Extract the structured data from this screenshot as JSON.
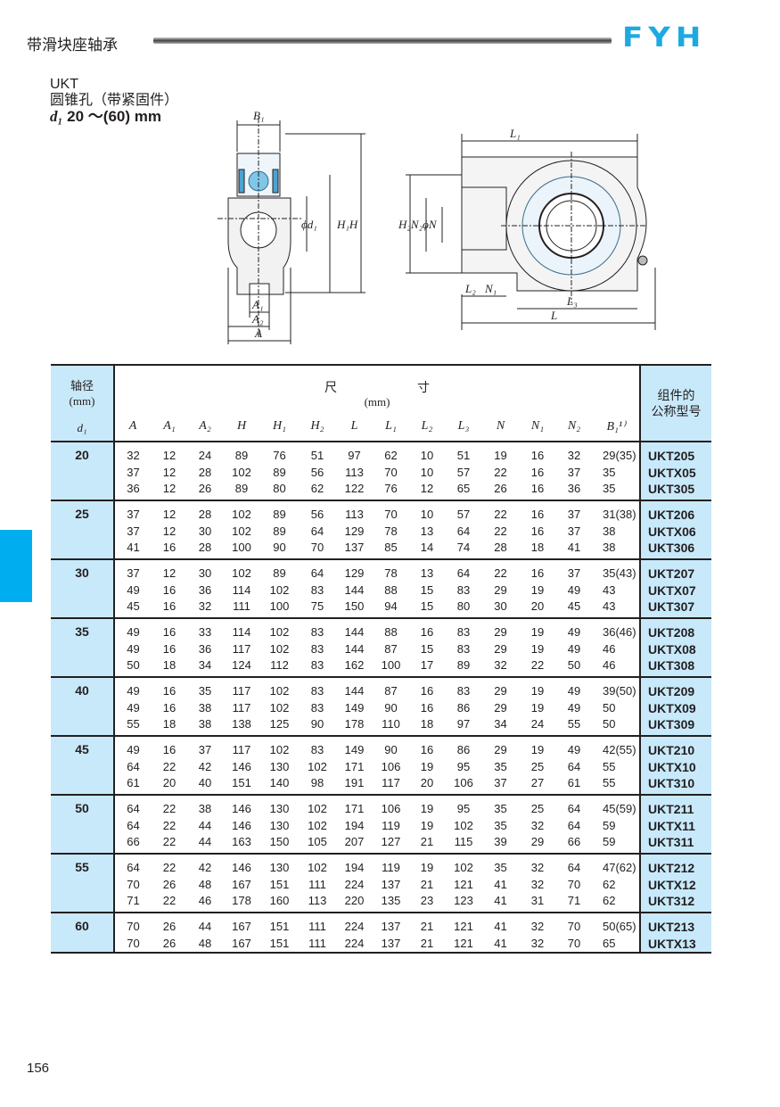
{
  "header": {
    "section_title": "带滑块座轴承",
    "logo": "FYH"
  },
  "series": {
    "code": "UKT",
    "bore": "圆锥孔（带紧固件）",
    "range_symbol": "d₁",
    "range": "20 ～(60) mm"
  },
  "diagram_labels": {
    "B1": "B₁",
    "d1": "ϕd₁",
    "H1H": "H₁H",
    "A1": "A₁",
    "A2": "A₂",
    "A": "A",
    "L1": "L₁",
    "H2N2N": "H₂N₂ϕN",
    "L2": "L₂",
    "N1": "N₁",
    "L3": "L₃",
    "L": "L"
  },
  "table": {
    "shaft_header": "轴径",
    "shaft_unit": "(mm)",
    "shaft_symbol": "d₁",
    "dims_header": "尺寸",
    "dims_unit": "(mm)",
    "model_header_1": "组件的",
    "model_header_2": "公称型号",
    "columns": [
      "A",
      "A₁",
      "A₂",
      "H",
      "H₁",
      "H₂",
      "L",
      "L₁",
      "L₂",
      "L₃",
      "N",
      "N₁",
      "N₂",
      "B₁¹⁾"
    ],
    "groups": [
      {
        "d1": "20",
        "rows": [
          [
            "32",
            "12",
            "24",
            "89",
            "76",
            "51",
            "97",
            "62",
            "10",
            "51",
            "19",
            "16",
            "32",
            "29(35)",
            "UKT205"
          ],
          [
            "37",
            "12",
            "28",
            "102",
            "89",
            "56",
            "113",
            "70",
            "10",
            "57",
            "22",
            "16",
            "37",
            "35",
            "UKTX05"
          ],
          [
            "36",
            "12",
            "26",
            "89",
            "80",
            "62",
            "122",
            "76",
            "12",
            "65",
            "26",
            "16",
            "36",
            "35",
            "UKT305"
          ]
        ]
      },
      {
        "d1": "25",
        "rows": [
          [
            "37",
            "12",
            "28",
            "102",
            "89",
            "56",
            "113",
            "70",
            "10",
            "57",
            "22",
            "16",
            "37",
            "31(38)",
            "UKT206"
          ],
          [
            "37",
            "12",
            "30",
            "102",
            "89",
            "64",
            "129",
            "78",
            "13",
            "64",
            "22",
            "16",
            "37",
            "38",
            "UKTX06"
          ],
          [
            "41",
            "16",
            "28",
            "100",
            "90",
            "70",
            "137",
            "85",
            "14",
            "74",
            "28",
            "18",
            "41",
            "38",
            "UKT306"
          ]
        ]
      },
      {
        "d1": "30",
        "rows": [
          [
            "37",
            "12",
            "30",
            "102",
            "89",
            "64",
            "129",
            "78",
            "13",
            "64",
            "22",
            "16",
            "37",
            "35(43)",
            "UKT207"
          ],
          [
            "49",
            "16",
            "36",
            "114",
            "102",
            "83",
            "144",
            "88",
            "15",
            "83",
            "29",
            "19",
            "49",
            "43",
            "UKTX07"
          ],
          [
            "45",
            "16",
            "32",
            "111",
            "100",
            "75",
            "150",
            "94",
            "15",
            "80",
            "30",
            "20",
            "45",
            "43",
            "UKT307"
          ]
        ]
      },
      {
        "d1": "35",
        "rows": [
          [
            "49",
            "16",
            "33",
            "114",
            "102",
            "83",
            "144",
            "88",
            "16",
            "83",
            "29",
            "19",
            "49",
            "36(46)",
            "UKT208"
          ],
          [
            "49",
            "16",
            "36",
            "117",
            "102",
            "83",
            "144",
            "87",
            "15",
            "83",
            "29",
            "19",
            "49",
            "46",
            "UKTX08"
          ],
          [
            "50",
            "18",
            "34",
            "124",
            "112",
            "83",
            "162",
            "100",
            "17",
            "89",
            "32",
            "22",
            "50",
            "46",
            "UKT308"
          ]
        ]
      },
      {
        "d1": "40",
        "rows": [
          [
            "49",
            "16",
            "35",
            "117",
            "102",
            "83",
            "144",
            "87",
            "16",
            "83",
            "29",
            "19",
            "49",
            "39(50)",
            "UKT209"
          ],
          [
            "49",
            "16",
            "38",
            "117",
            "102",
            "83",
            "149",
            "90",
            "16",
            "86",
            "29",
            "19",
            "49",
            "50",
            "UKTX09"
          ],
          [
            "55",
            "18",
            "38",
            "138",
            "125",
            "90",
            "178",
            "110",
            "18",
            "97",
            "34",
            "24",
            "55",
            "50",
            "UKT309"
          ]
        ]
      },
      {
        "d1": "45",
        "rows": [
          [
            "49",
            "16",
            "37",
            "117",
            "102",
            "83",
            "149",
            "90",
            "16",
            "86",
            "29",
            "19",
            "49",
            "42(55)",
            "UKT210"
          ],
          [
            "64",
            "22",
            "42",
            "146",
            "130",
            "102",
            "171",
            "106",
            "19",
            "95",
            "35",
            "25",
            "64",
            "55",
            "UKTX10"
          ],
          [
            "61",
            "20",
            "40",
            "151",
            "140",
            "98",
            "191",
            "117",
            "20",
            "106",
            "37",
            "27",
            "61",
            "55",
            "UKT310"
          ]
        ]
      },
      {
        "d1": "50",
        "rows": [
          [
            "64",
            "22",
            "38",
            "146",
            "130",
            "102",
            "171",
            "106",
            "19",
            "95",
            "35",
            "25",
            "64",
            "45(59)",
            "UKT211"
          ],
          [
            "64",
            "22",
            "44",
            "146",
            "130",
            "102",
            "194",
            "119",
            "19",
            "102",
            "35",
            "32",
            "64",
            "59",
            "UKTX11"
          ],
          [
            "66",
            "22",
            "44",
            "163",
            "150",
            "105",
            "207",
            "127",
            "21",
            "115",
            "39",
            "29",
            "66",
            "59",
            "UKT311"
          ]
        ]
      },
      {
        "d1": "55",
        "rows": [
          [
            "64",
            "22",
            "42",
            "146",
            "130",
            "102",
            "194",
            "119",
            "19",
            "102",
            "35",
            "32",
            "64",
            "47(62)",
            "UKT212"
          ],
          [
            "70",
            "26",
            "48",
            "167",
            "151",
            "111",
            "224",
            "137",
            "21",
            "121",
            "41",
            "32",
            "70",
            "62",
            "UKTX12"
          ],
          [
            "71",
            "22",
            "46",
            "178",
            "160",
            "113",
            "220",
            "135",
            "23",
            "123",
            "41",
            "31",
            "71",
            "62",
            "UKT312"
          ]
        ]
      },
      {
        "d1": "60",
        "rows": [
          [
            "70",
            "26",
            "44",
            "167",
            "151",
            "111",
            "224",
            "137",
            "21",
            "121",
            "41",
            "32",
            "70",
            "50(65)",
            "UKT213"
          ],
          [
            "70",
            "26",
            "48",
            "167",
            "151",
            "111",
            "224",
            "137",
            "21",
            "121",
            "41",
            "32",
            "70",
            "65",
            "UKTX13"
          ]
        ]
      }
    ]
  },
  "page_number": "156",
  "colors": {
    "accent": "#00aeef",
    "table_blue": "#c8e9fa",
    "logo": "#1fa9e1"
  }
}
